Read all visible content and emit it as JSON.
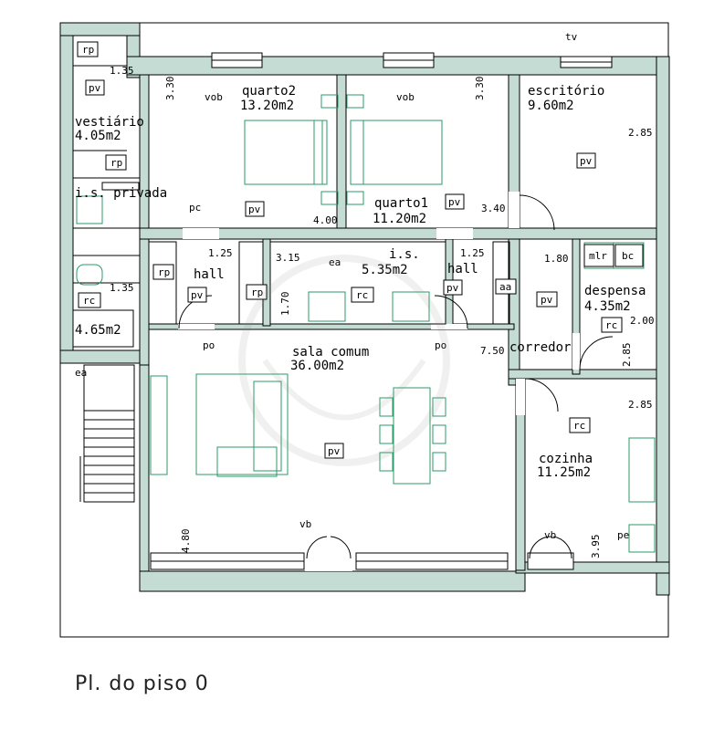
{
  "caption": "Pl. do piso 0",
  "rooms": {
    "vestiario": {
      "name": "vestiário",
      "area": "4.05m2"
    },
    "quarto2": {
      "name": "quarto2",
      "area": "13.20m2"
    },
    "quarto1": {
      "name": "quarto1",
      "area": "11.20m2"
    },
    "escritorio": {
      "name": "escritório",
      "area": "9.60m2"
    },
    "is_privada": {
      "name": "i.s. privada",
      "area": "4.65m2"
    },
    "hall_left": {
      "name": "hall"
    },
    "is_center": {
      "name": "i.s.",
      "area": "5.35m2"
    },
    "hall_right": {
      "name": "hall"
    },
    "despensa": {
      "name": "despensa",
      "area": "4.35m2"
    },
    "sala_comum": {
      "name": "sala comum",
      "area": "36.00m2"
    },
    "corredor": {
      "name": "corredor"
    },
    "cozinha": {
      "name": "cozinha",
      "area": "11.25m2"
    }
  },
  "dimensions": {
    "d_vest_w": "1.35",
    "d_q2_h": "3.30",
    "d_q1_h": "3.30",
    "d_q2_w": "4.00",
    "d_q1_w": "3.40",
    "d_esc_h": "2.85",
    "d_hallL": "1.25",
    "d_hallR": "1.25",
    "d_is_w": "3.15",
    "d_is_h": "1.70",
    "d_isp": "1.35",
    "d_corr_w": "1.80",
    "d_desp_h": "2.00",
    "d_corr_h": "2.85",
    "d_sala": "7.50",
    "d_coz_h": "2.85",
    "d_sala_h": "4.80",
    "d_coz_w": "3.95"
  },
  "tags": {
    "rp_top": "rp",
    "pv_vest": "pv",
    "rp_vest": "rp",
    "rc_isp": "rc",
    "pv_q2": "pv",
    "pv_q1": "pv",
    "pv_esc": "pv",
    "rp_hallL": "rp",
    "pv_hallL": "pv",
    "rp_hallL2": "rp",
    "rc_is": "rc",
    "pv_hallR": "pv",
    "aa": "aa",
    "pv_corr": "pv",
    "mlr": "mlr",
    "bc": "bc",
    "rc_desp": "rc",
    "pv_sala": "pv",
    "rc_coz": "rc"
  },
  "labels": {
    "vob1": "vob",
    "vob2": "vob",
    "tv": "tv",
    "pc": "pc",
    "ea1": "ea",
    "ea2": "ea",
    "po1": "po",
    "po2": "po",
    "vb1": "vb",
    "vb2": "vb",
    "pe": "pe"
  }
}
